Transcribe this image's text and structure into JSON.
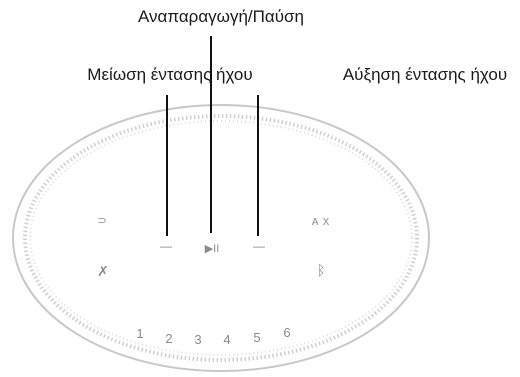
{
  "callouts": {
    "play_pause": "Αναπαραγωγή/Παύση",
    "volume_down": "Μείωση έντασης ήχου",
    "volume_up": "Αύξηση έντασης ήχου"
  },
  "top_panel": {
    "action_button": "⊃",
    "volume_down_symbol": "—",
    "play_pause_symbol": "▶II",
    "volume_up_symbol": "—",
    "alexa_button": "A X",
    "mic_off_symbol": "✗",
    "bluetooth_symbol": "ᛒ",
    "presets": [
      "1",
      "2",
      "3",
      "4",
      "5",
      "6"
    ]
  },
  "colors": {
    "outline": "#c8c8c8",
    "dots": "#d0d0d0",
    "callout_line": "#111111",
    "button_text": "#8a8a8a"
  }
}
